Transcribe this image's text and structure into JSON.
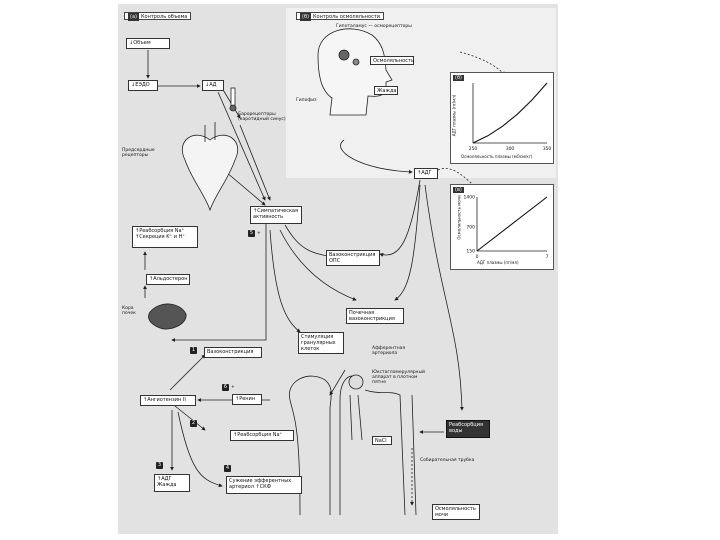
{
  "headers": {
    "a_tag": "(а)",
    "a_text": "Контроль объема",
    "b_tag": "(б)",
    "b_text": "Контроль осмоляльности"
  },
  "left": {
    "volume": "↓Объем",
    "ecv": "↓ЕЭДО",
    "bp": "↓АД",
    "baroreceptors": "Барорецепторы\n(каротидный синус)",
    "atrial_receptors": "Предсердные\nрецепторы",
    "reabsorption": "↑Реабсорбция Na⁺\n↑Секреция K⁺ и H⁺",
    "aldosterone": "↑Альдостерон",
    "adrenal": "Кора\nпочек",
    "sympathetic": "↑Симпатическая\nактивность",
    "angiotensin": "↑Ангиотензин II",
    "renin": "↑Ренин",
    "vasoconstriction": "Вазоконстрикция",
    "na_reabs": "↑Реабсорбция Na⁺",
    "adh_thirst": "↑АДГ\nЖажда",
    "efferent": "Сужение эфферентных\nартериол ↑СКФ"
  },
  "numbers": {
    "n1": "1",
    "n2": "2",
    "n3": "3",
    "n4": "4",
    "n5": "5",
    "n6": "6",
    "plus_a": "+",
    "plus_b": "+"
  },
  "right": {
    "hypothalamus": "Гипоталамус — осморецепторы",
    "osmolality_box": "Осмоляльность",
    "thirst": "Жажда",
    "pituitary": "Гипофиз",
    "adh": "↑АДГ",
    "vaso_opc": "Вазоконстрикция\nОПС",
    "renal_vaso": "Почечная\nвазоконстрикция",
    "granular": "Стимуляция\nгранулярных\nклеток",
    "afferent": "Афферентная\nартериола",
    "jga": "Юкстагломерулярный\nаппарат в плотном\nпятне",
    "nacl": "NaCl",
    "water_reabs": "Реабсорбция\nводы",
    "collecting": "Собирательная трубка",
    "urine_osm": "Осмоляльность\nмочи"
  },
  "chart_data": [
    {
      "type": "line",
      "panel_tag": "(б)",
      "ylabel": "АДГ плазмы (пг/мл)",
      "xlabel": "Осмоляльность плазмы (мОсм/кг)",
      "x_ticks": [
        "250",
        "300",
        "350"
      ],
      "x": [
        250,
        270,
        290,
        310,
        330,
        350
      ],
      "y": [
        0.0,
        0.12,
        0.28,
        0.48,
        0.72,
        1.0
      ]
    },
    {
      "type": "line",
      "panel_tag": "(в)",
      "ylabel": "Осмоляльность мочи",
      "xlabel": "АДГ плазмы (пг/мл)",
      "y_ticks": [
        "1400",
        "700",
        "150"
      ],
      "x_ticks": [
        "0",
        "7"
      ],
      "x": [
        0,
        7
      ],
      "y": [
        150,
        1400
      ]
    }
  ]
}
